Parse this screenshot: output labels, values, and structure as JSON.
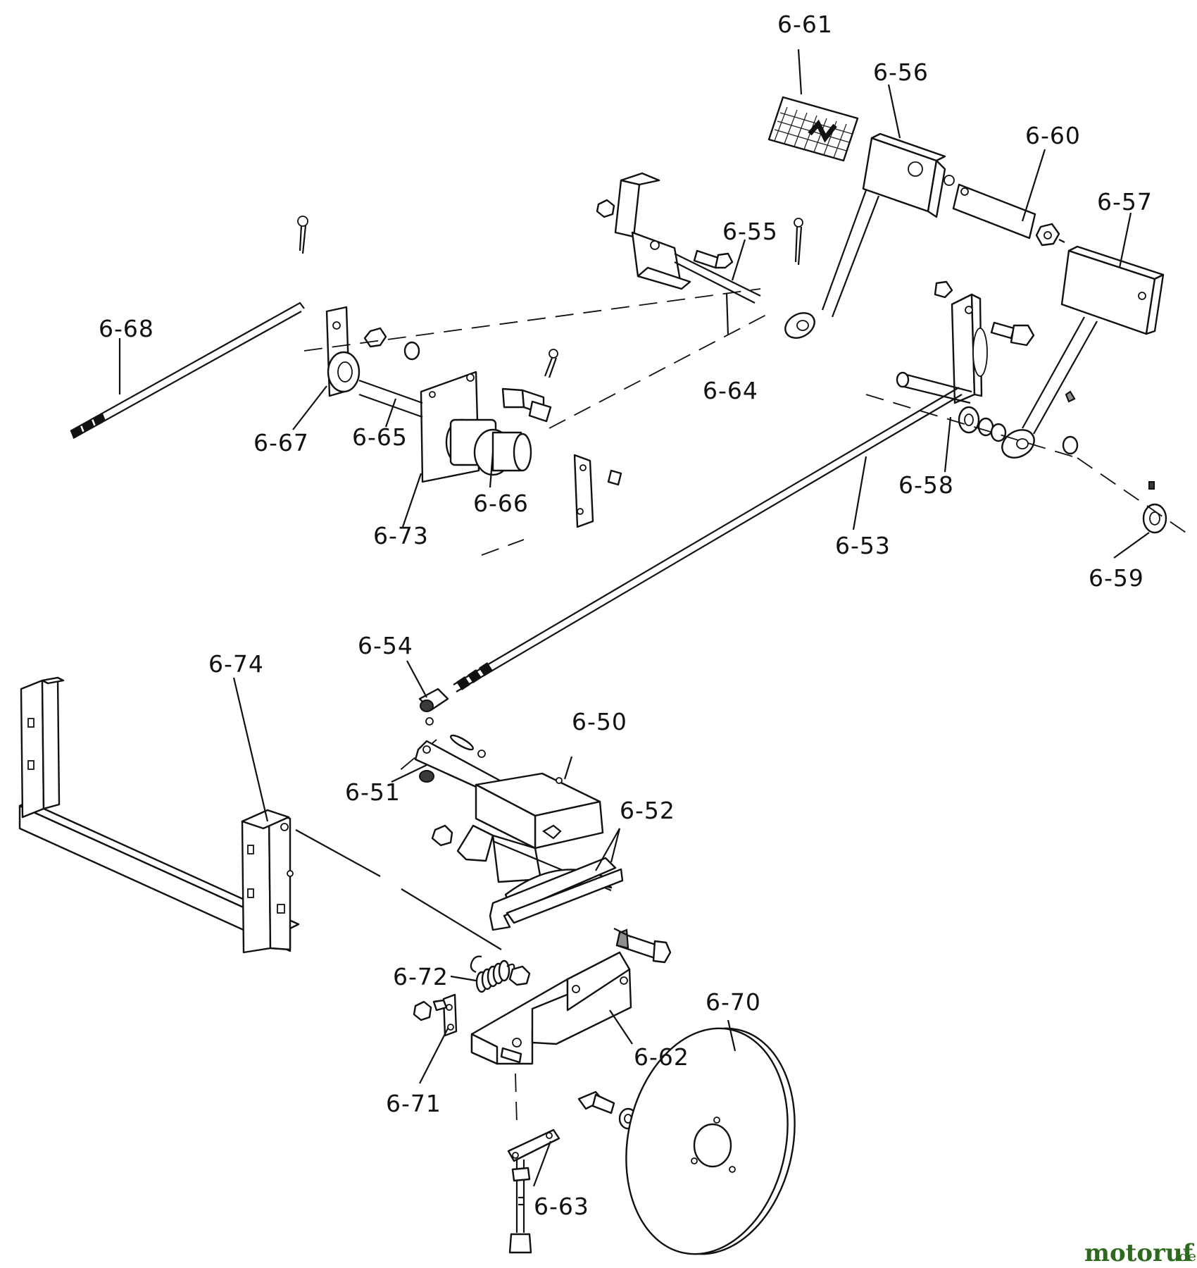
{
  "labels": {
    "p6_61": "6-61",
    "p6_56": "6-56",
    "p6_60": "6-60",
    "p6_57": "6-57",
    "p6_55": "6-55",
    "p6_68": "6-68",
    "p6_64": "6-64",
    "p6_67": "6-67",
    "p6_65": "6-65",
    "p6_66": "6-66",
    "p6_73": "6-73",
    "p6_58": "6-58",
    "p6_53": "6-53",
    "p6_59": "6-59",
    "p6_54": "6-54",
    "p6_74": "6-74",
    "p6_50": "6-50",
    "p6_51": "6-51",
    "p6_52": "6-52",
    "p6_72": "6-72",
    "p6_62": "6-62",
    "p6_70": "6-70",
    "p6_71": "6-71",
    "p6_63": "6-63"
  },
  "watermark": {
    "brand": "motoruf",
    "suffix": ".de",
    "color": "#2d6a1e"
  }
}
